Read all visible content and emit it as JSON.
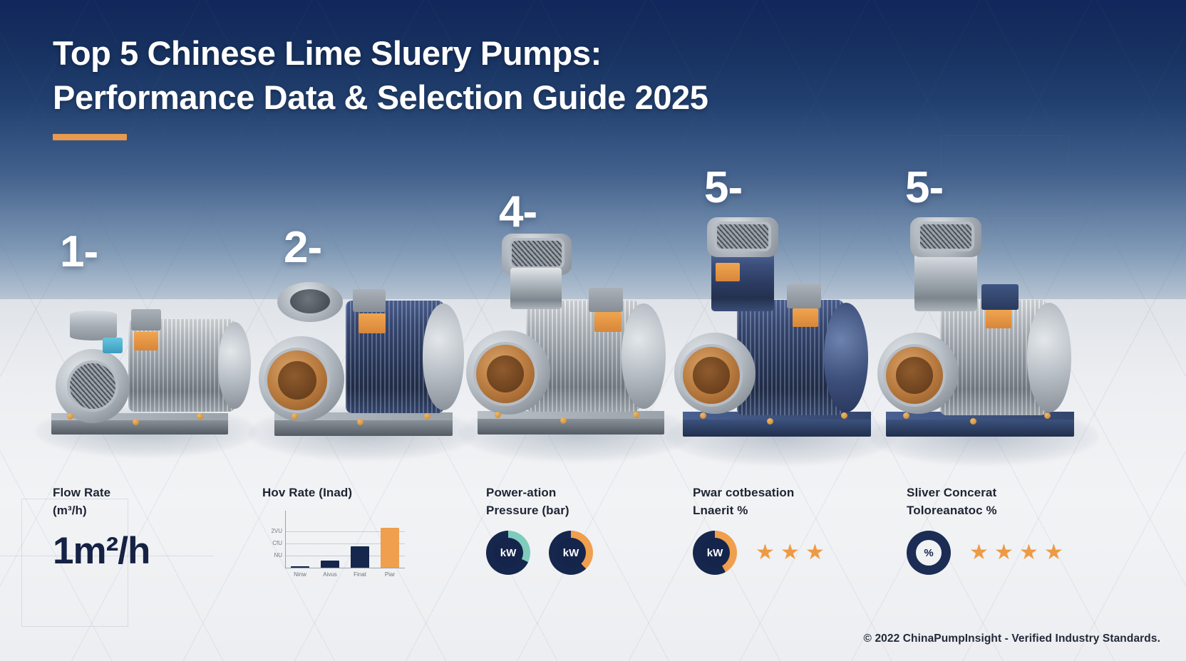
{
  "header": {
    "title_line1": "Top 5 Chinese Lime Sluery Pumps:",
    "title_line2": "Performance Data & Selection Guide 2025",
    "accent_color": "#e89a4e"
  },
  "pumps": [
    {
      "rank": "1-",
      "body_color": "#9aa2aa"
    },
    {
      "rank": "2-",
      "body_color": "#3c4f7c"
    },
    {
      "rank": "4-",
      "body_color": "#9aa2aa"
    },
    {
      "rank": "5-",
      "body_color": "#2d3f63"
    },
    {
      "rank": "5-",
      "body_color": "#3c4f7c"
    }
  ],
  "panels": [
    {
      "label_line1": "Flow Rate",
      "label_line2": "(m³/h)",
      "value": "1m²/h"
    },
    {
      "label_line1": "Hov Rate (Inad)",
      "label_line2": ""
    },
    {
      "label_line1": "Power-ation",
      "label_line2": "Pressure (bar)",
      "donuts": [
        {
          "text": "kW",
          "pct": 72,
          "color": "#7fccbc"
        },
        {
          "text": "kW",
          "pct": 64,
          "color": "#ef9f4d"
        }
      ]
    },
    {
      "label_line1": "Pwar cotbesation",
      "label_line2": "Lnaerit %",
      "donuts": [
        {
          "text": "kW",
          "pct": 58,
          "color": "#ef9f4d"
        }
      ],
      "stars": 3
    },
    {
      "label_line1": "Sliver Concerat",
      "label_line2": "Toloreanatoc %",
      "donuts": [
        {
          "text": "%",
          "pct": 0,
          "color": "#1b2c55",
          "light": true
        }
      ],
      "stars": 4
    }
  ],
  "chart_data": {
    "type": "bar",
    "title": "Hov Rate (Inad)",
    "categories": [
      "Ninw",
      "Aivus",
      "Finat",
      "Piar"
    ],
    "values": [
      0,
      14,
      44,
      82
    ],
    "bar_colors": [
      "#16274d",
      "#16274d",
      "#16274d",
      "#ef9f4d"
    ],
    "ytick_labels": [
      "2VU",
      "CfU",
      "NU"
    ],
    "ylim": [
      0,
      100
    ],
    "grid": true,
    "xlabel": "",
    "ylabel": ""
  },
  "star_glyph": "★",
  "footer": "© 2022 ChinaPumpInsight - Verified Industry Standards."
}
